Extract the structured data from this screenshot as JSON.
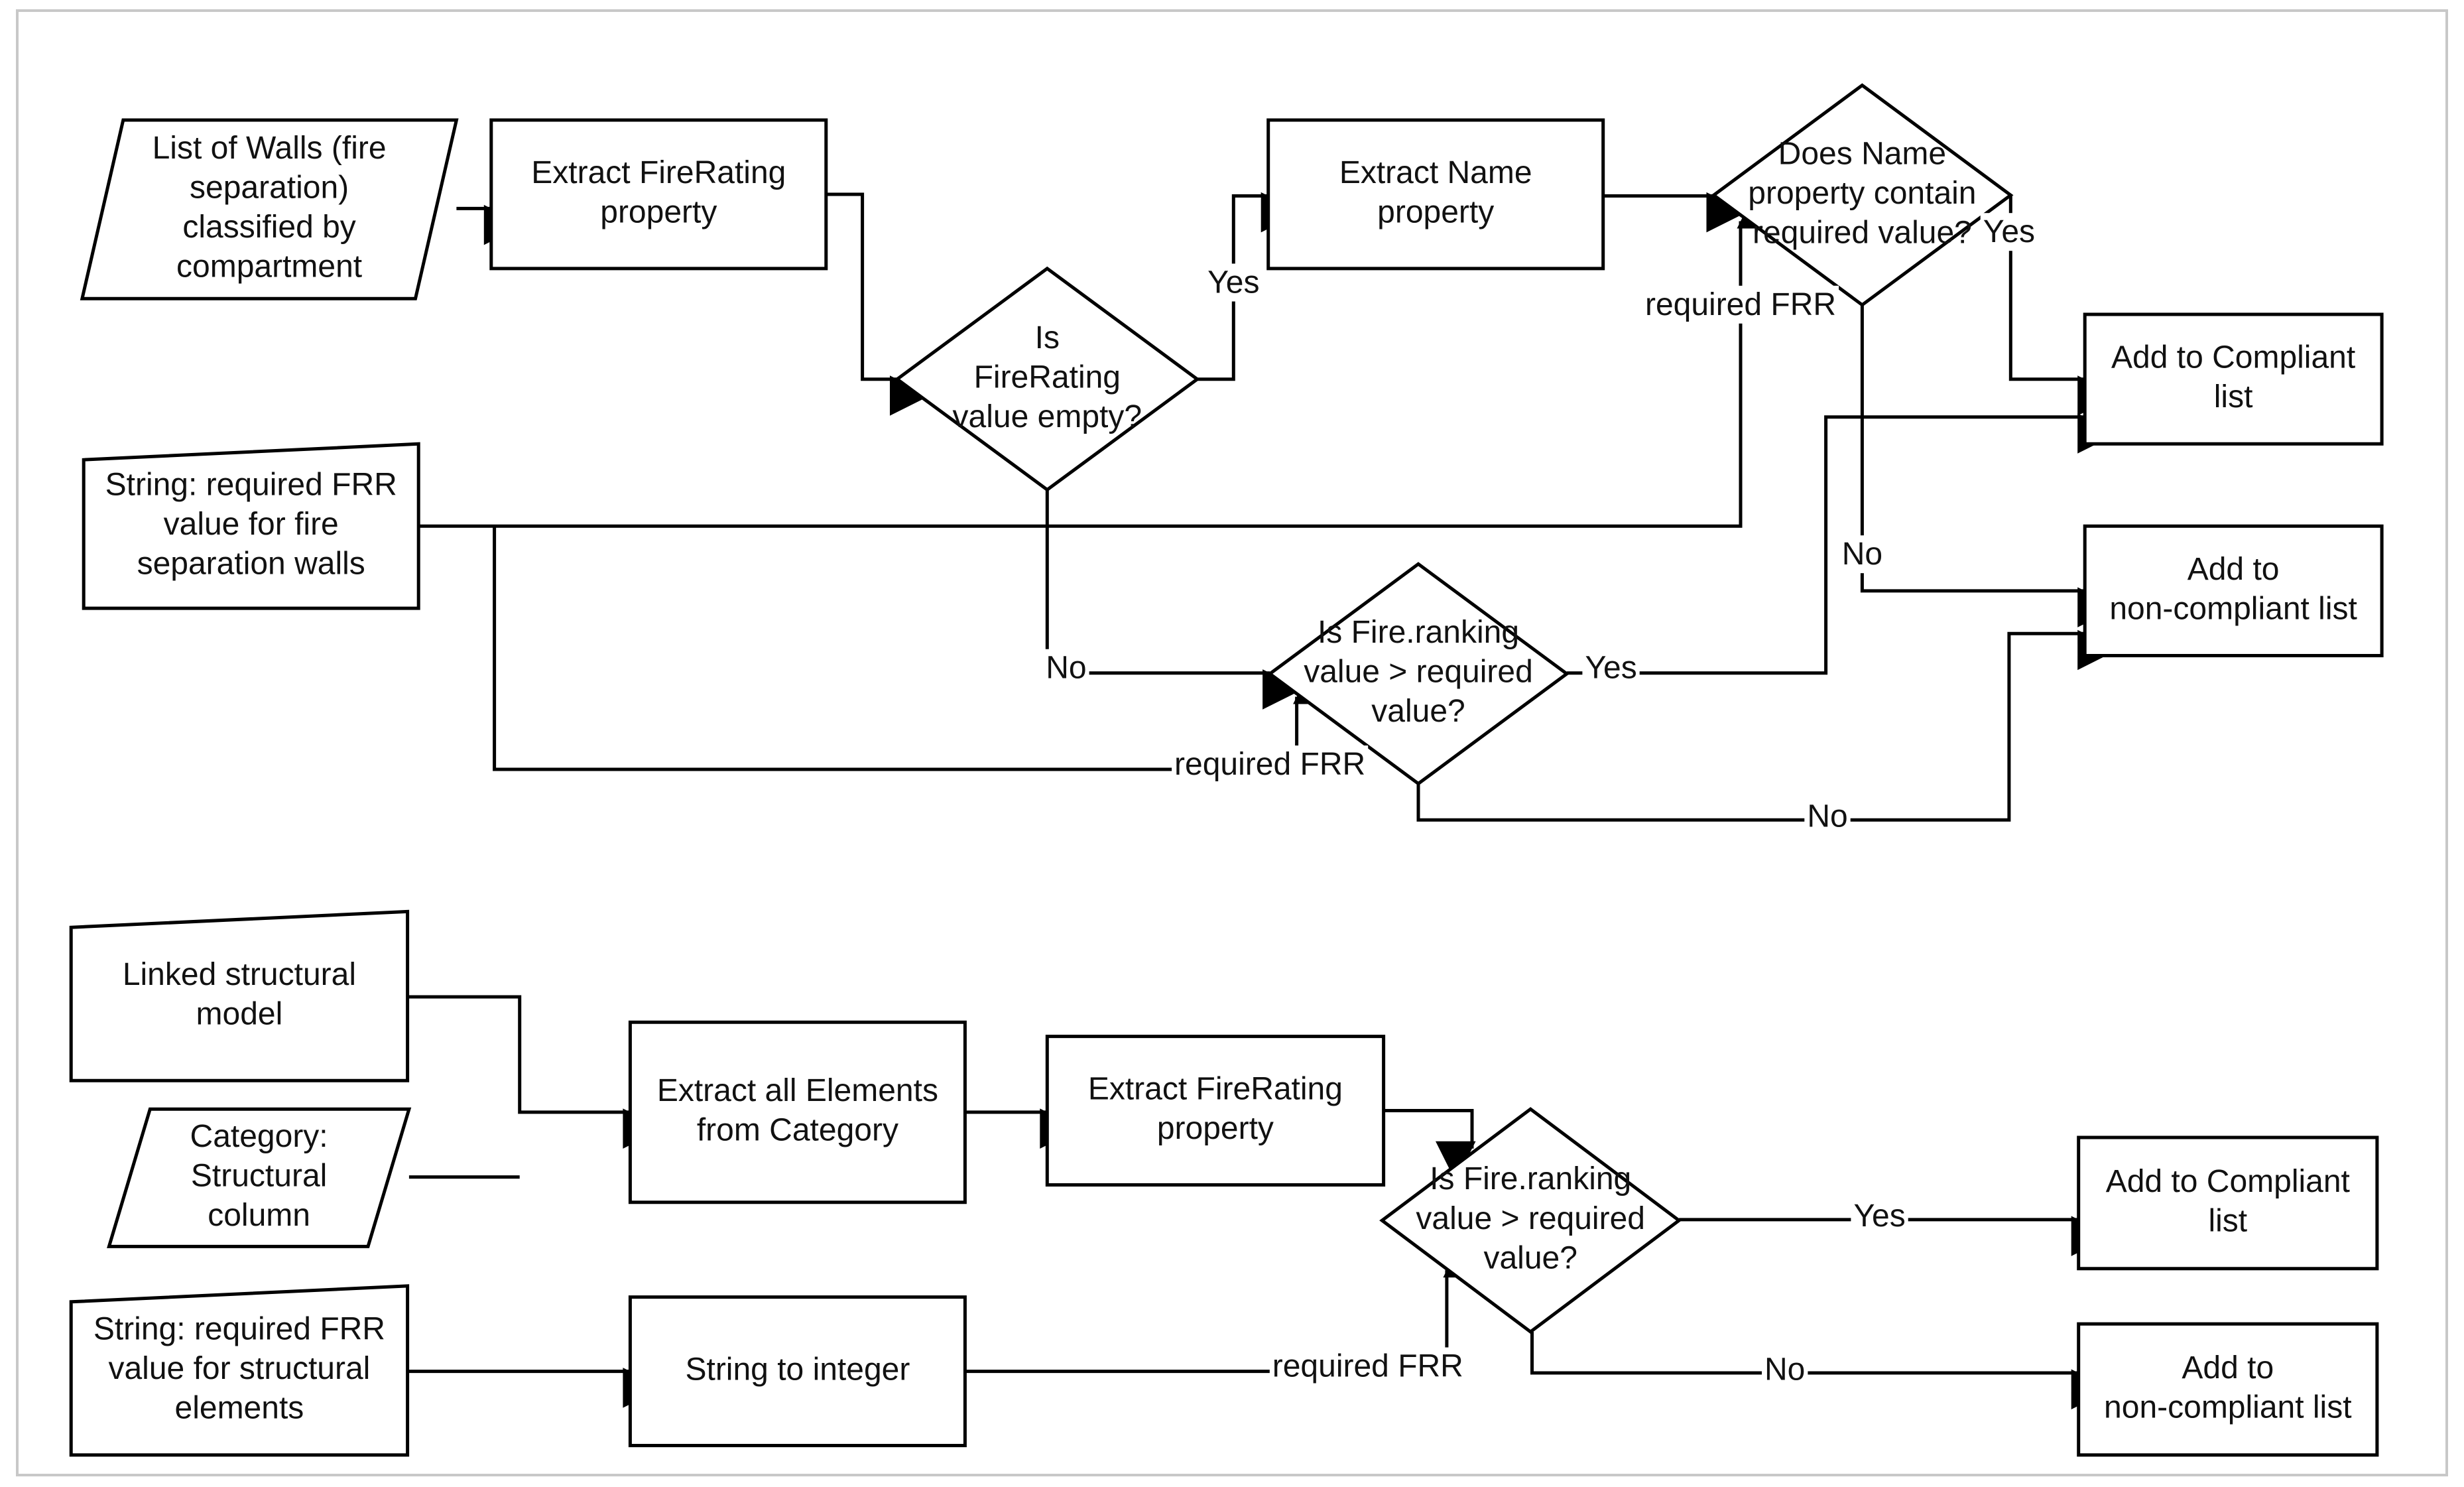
{
  "nodes": {
    "walls_list": {
      "shape": "parallelogram",
      "lines": [
        "List of Walls (fire",
        "separation)",
        "classified by",
        "compartment"
      ]
    },
    "extract_firerating_1": {
      "shape": "rect",
      "lines": [
        "Extract FireRating",
        "property"
      ]
    },
    "is_firerating_empty": {
      "shape": "diamond",
      "lines": [
        "Is",
        "FireRating",
        "value empty?"
      ]
    },
    "extract_name": {
      "shape": "rect",
      "lines": [
        "Extract Name",
        "property"
      ]
    },
    "does_name_contain": {
      "shape": "diamond",
      "lines": [
        "Does Name",
        "property contain",
        "required value?"
      ]
    },
    "string_frr_walls": {
      "shape": "manual-input",
      "lines": [
        "String: required FRR",
        "value for  fire",
        "separation walls"
      ]
    },
    "is_fire_ranking_1": {
      "shape": "diamond",
      "lines": [
        "Is Fire.ranking",
        "value > required",
        "value?"
      ]
    },
    "compliant_1": {
      "shape": "rect",
      "lines": [
        "Add to Compliant",
        "list"
      ]
    },
    "noncompliant_1": {
      "shape": "rect",
      "lines": [
        "Add to",
        "non-compliant list"
      ]
    },
    "linked_model": {
      "shape": "manual-input",
      "lines": [
        "Linked structural",
        "model"
      ]
    },
    "category_column": {
      "shape": "parallelogram",
      "lines": [
        "Category:",
        "Structural",
        "column"
      ]
    },
    "extract_all_elements": {
      "shape": "rect",
      "lines": [
        "Extract all Elements",
        "from Category"
      ]
    },
    "extract_firerating_2": {
      "shape": "rect",
      "lines": [
        "Extract FireRating",
        "property"
      ]
    },
    "string_frr_structural": {
      "shape": "manual-input",
      "lines": [
        "String: required FRR",
        "value for  structural",
        "elements"
      ]
    },
    "string_to_integer": {
      "shape": "rect",
      "lines": [
        "String to integer"
      ]
    },
    "is_fire_ranking_2": {
      "shape": "diamond",
      "lines": [
        "Is Fire.ranking",
        "value > required",
        "value?"
      ]
    },
    "compliant_2": {
      "shape": "rect",
      "lines": [
        "Add to Compliant",
        "list"
      ]
    },
    "noncompliant_2": {
      "shape": "rect",
      "lines": [
        "Add to",
        "non-compliant list"
      ]
    }
  },
  "edges": [
    {
      "from": "walls_list",
      "to": "extract_firerating_1",
      "label": ""
    },
    {
      "from": "extract_firerating_1",
      "to": "is_firerating_empty",
      "label": ""
    },
    {
      "from": "is_firerating_empty",
      "to": "extract_name",
      "label": "Yes"
    },
    {
      "from": "is_firerating_empty",
      "to": "is_fire_ranking_1",
      "label": "No"
    },
    {
      "from": "extract_name",
      "to": "does_name_contain",
      "label": ""
    },
    {
      "from": "string_frr_walls",
      "to": "does_name_contain",
      "label": "required FRR"
    },
    {
      "from": "string_frr_walls",
      "to": "is_fire_ranking_1",
      "label": "required FRR"
    },
    {
      "from": "does_name_contain",
      "to": "compliant_1",
      "label": "Yes"
    },
    {
      "from": "does_name_contain",
      "to": "noncompliant_1",
      "label": "No"
    },
    {
      "from": "is_fire_ranking_1",
      "to": "compliant_1",
      "label": "Yes"
    },
    {
      "from": "is_fire_ranking_1",
      "to": "noncompliant_1",
      "label": "No"
    },
    {
      "from": "linked_model",
      "to": "extract_all_elements",
      "label": ""
    },
    {
      "from": "category_column",
      "to": "extract_all_elements",
      "label": ""
    },
    {
      "from": "extract_all_elements",
      "to": "extract_firerating_2",
      "label": ""
    },
    {
      "from": "extract_firerating_2",
      "to": "is_fire_ranking_2",
      "label": ""
    },
    {
      "from": "string_frr_structural",
      "to": "string_to_integer",
      "label": ""
    },
    {
      "from": "string_to_integer",
      "to": "is_fire_ranking_2",
      "label": "required FRR"
    },
    {
      "from": "is_fire_ranking_2",
      "to": "compliant_2",
      "label": "Yes"
    },
    {
      "from": "is_fire_ranking_2",
      "to": "noncompliant_2",
      "label": "No"
    }
  ]
}
